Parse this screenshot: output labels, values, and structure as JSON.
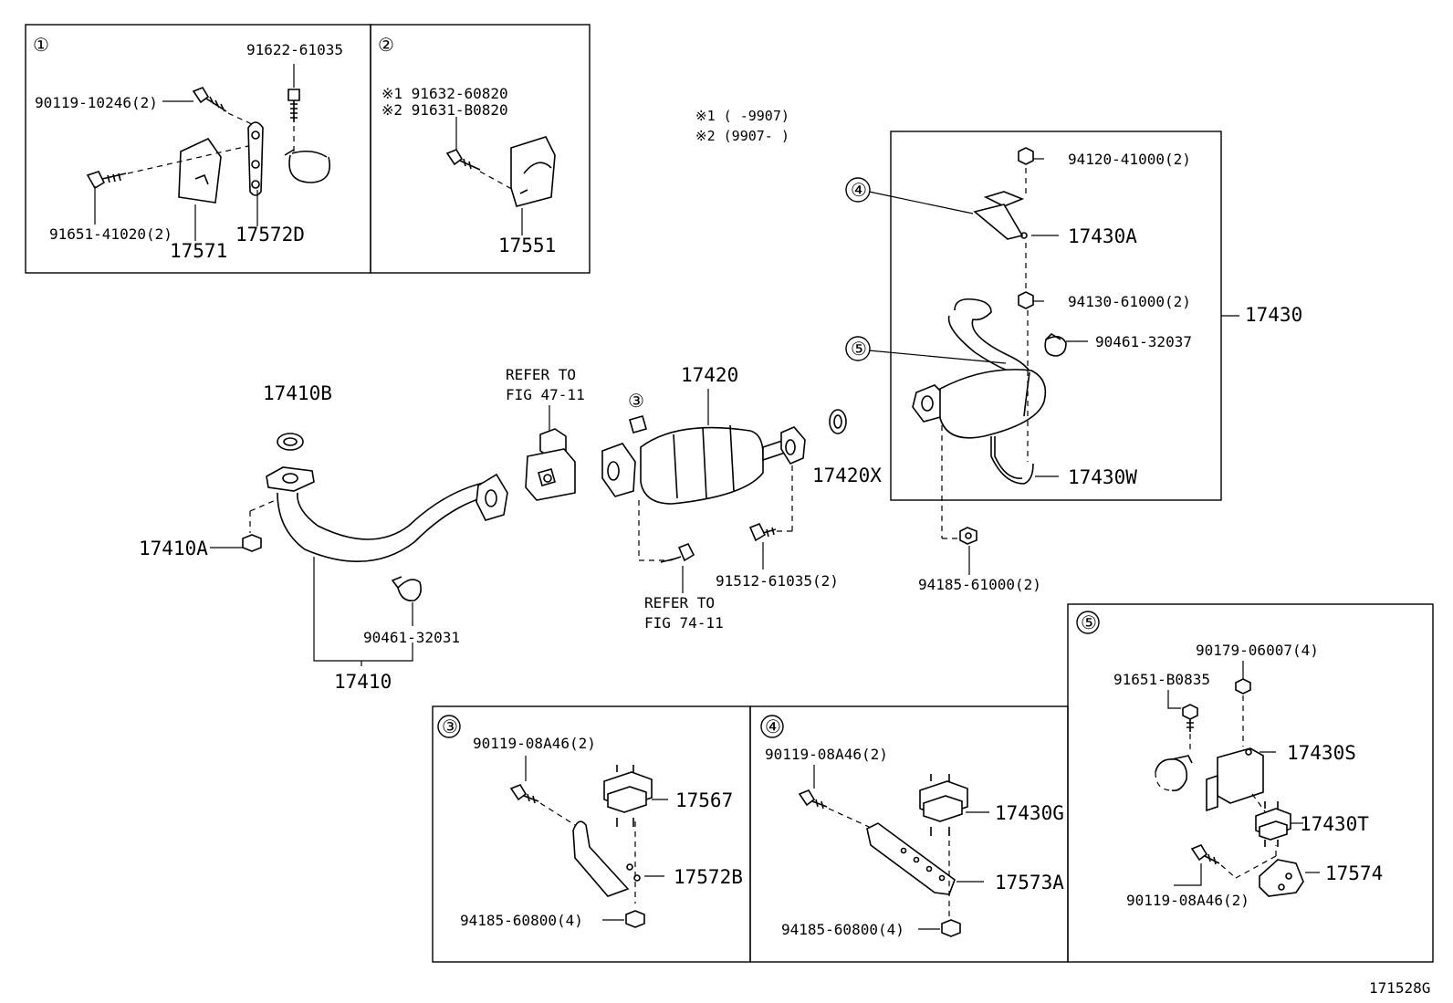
{
  "figure_code": "171528G",
  "notes": {
    "n1": "※1 (     -9907)",
    "n2": "※2 (9907-     )"
  },
  "inset1": {
    "marker": "①",
    "labels": [
      "91622-61035",
      "90119-10246(2)",
      "91651-41020(2)",
      "17571",
      "17572D"
    ]
  },
  "inset2": {
    "marker": "②",
    "labels": [
      "※1 91632-60820",
      "※2 91631-B0820",
      "17551"
    ]
  },
  "main": {
    "labels": [
      "17410B",
      "17410A",
      "17410",
      "90461-32031",
      "REFER TO",
      "FIG 47-11",
      "17420",
      "17420X",
      "91512-61035(2)",
      "REFER TO",
      "FIG 74-11",
      "94185-61000(2)"
    ],
    "markers": [
      "③"
    ]
  },
  "box17430": {
    "assembly": "17430",
    "markers": [
      "④",
      "⑤"
    ],
    "labels": [
      "94120-41000(2)",
      "17430A",
      "94130-61000(2)",
      "90461-32037",
      "17430W"
    ]
  },
  "inset3": {
    "marker": "③",
    "labels": [
      "90119-08A46(2)",
      "17567",
      "17572B",
      "94185-60800(4)"
    ]
  },
  "inset4": {
    "marker": "④",
    "labels": [
      "90119-08A46(2)",
      "17430G",
      "17573A",
      "94185-60800(4)"
    ]
  },
  "inset5": {
    "marker": "⑤",
    "labels": [
      "90179-06007(4)",
      "91651-B0835",
      "17430S",
      "17430T",
      "90119-08A46(2)",
      "17574"
    ]
  }
}
